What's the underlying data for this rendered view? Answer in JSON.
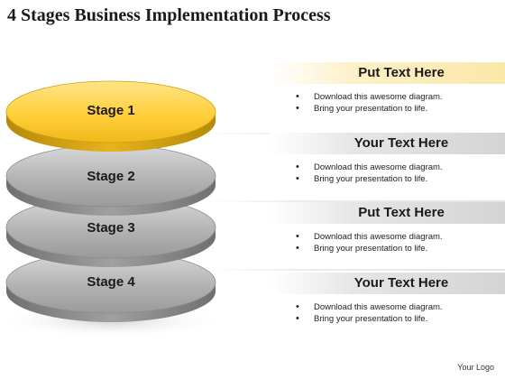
{
  "title": "4 Stages Business Implementation Process",
  "stages": [
    {
      "label": "Stage 1",
      "active": true
    },
    {
      "label": "Stage 2",
      "active": false
    },
    {
      "label": "Stage 3",
      "active": false
    },
    {
      "label": "Stage 4",
      "active": false
    }
  ],
  "panels": [
    {
      "heading": "Put Text Here",
      "style": "yellow",
      "bullets": [
        "Download this awesome diagram.",
        "Bring your presentation to life."
      ]
    },
    {
      "heading": "Your Text Here",
      "style": "gray",
      "bullets": [
        "Download this awesome diagram.",
        "Bring your presentation to life."
      ]
    },
    {
      "heading": "Put Text Here",
      "style": "gray",
      "bullets": [
        "Download this awesome diagram.",
        "Bring your presentation to life."
      ]
    },
    {
      "heading": "Your Text Here",
      "style": "gray",
      "bullets": [
        "Download this awesome diagram.",
        "Bring your presentation to life."
      ]
    }
  ],
  "colors": {
    "active_disc_top": "#ffd24a",
    "active_disc_side": "#d8a60e",
    "disc_top": "#b8b8b8",
    "disc_side": "#8a8a8a"
  },
  "logo": "Your Logo"
}
